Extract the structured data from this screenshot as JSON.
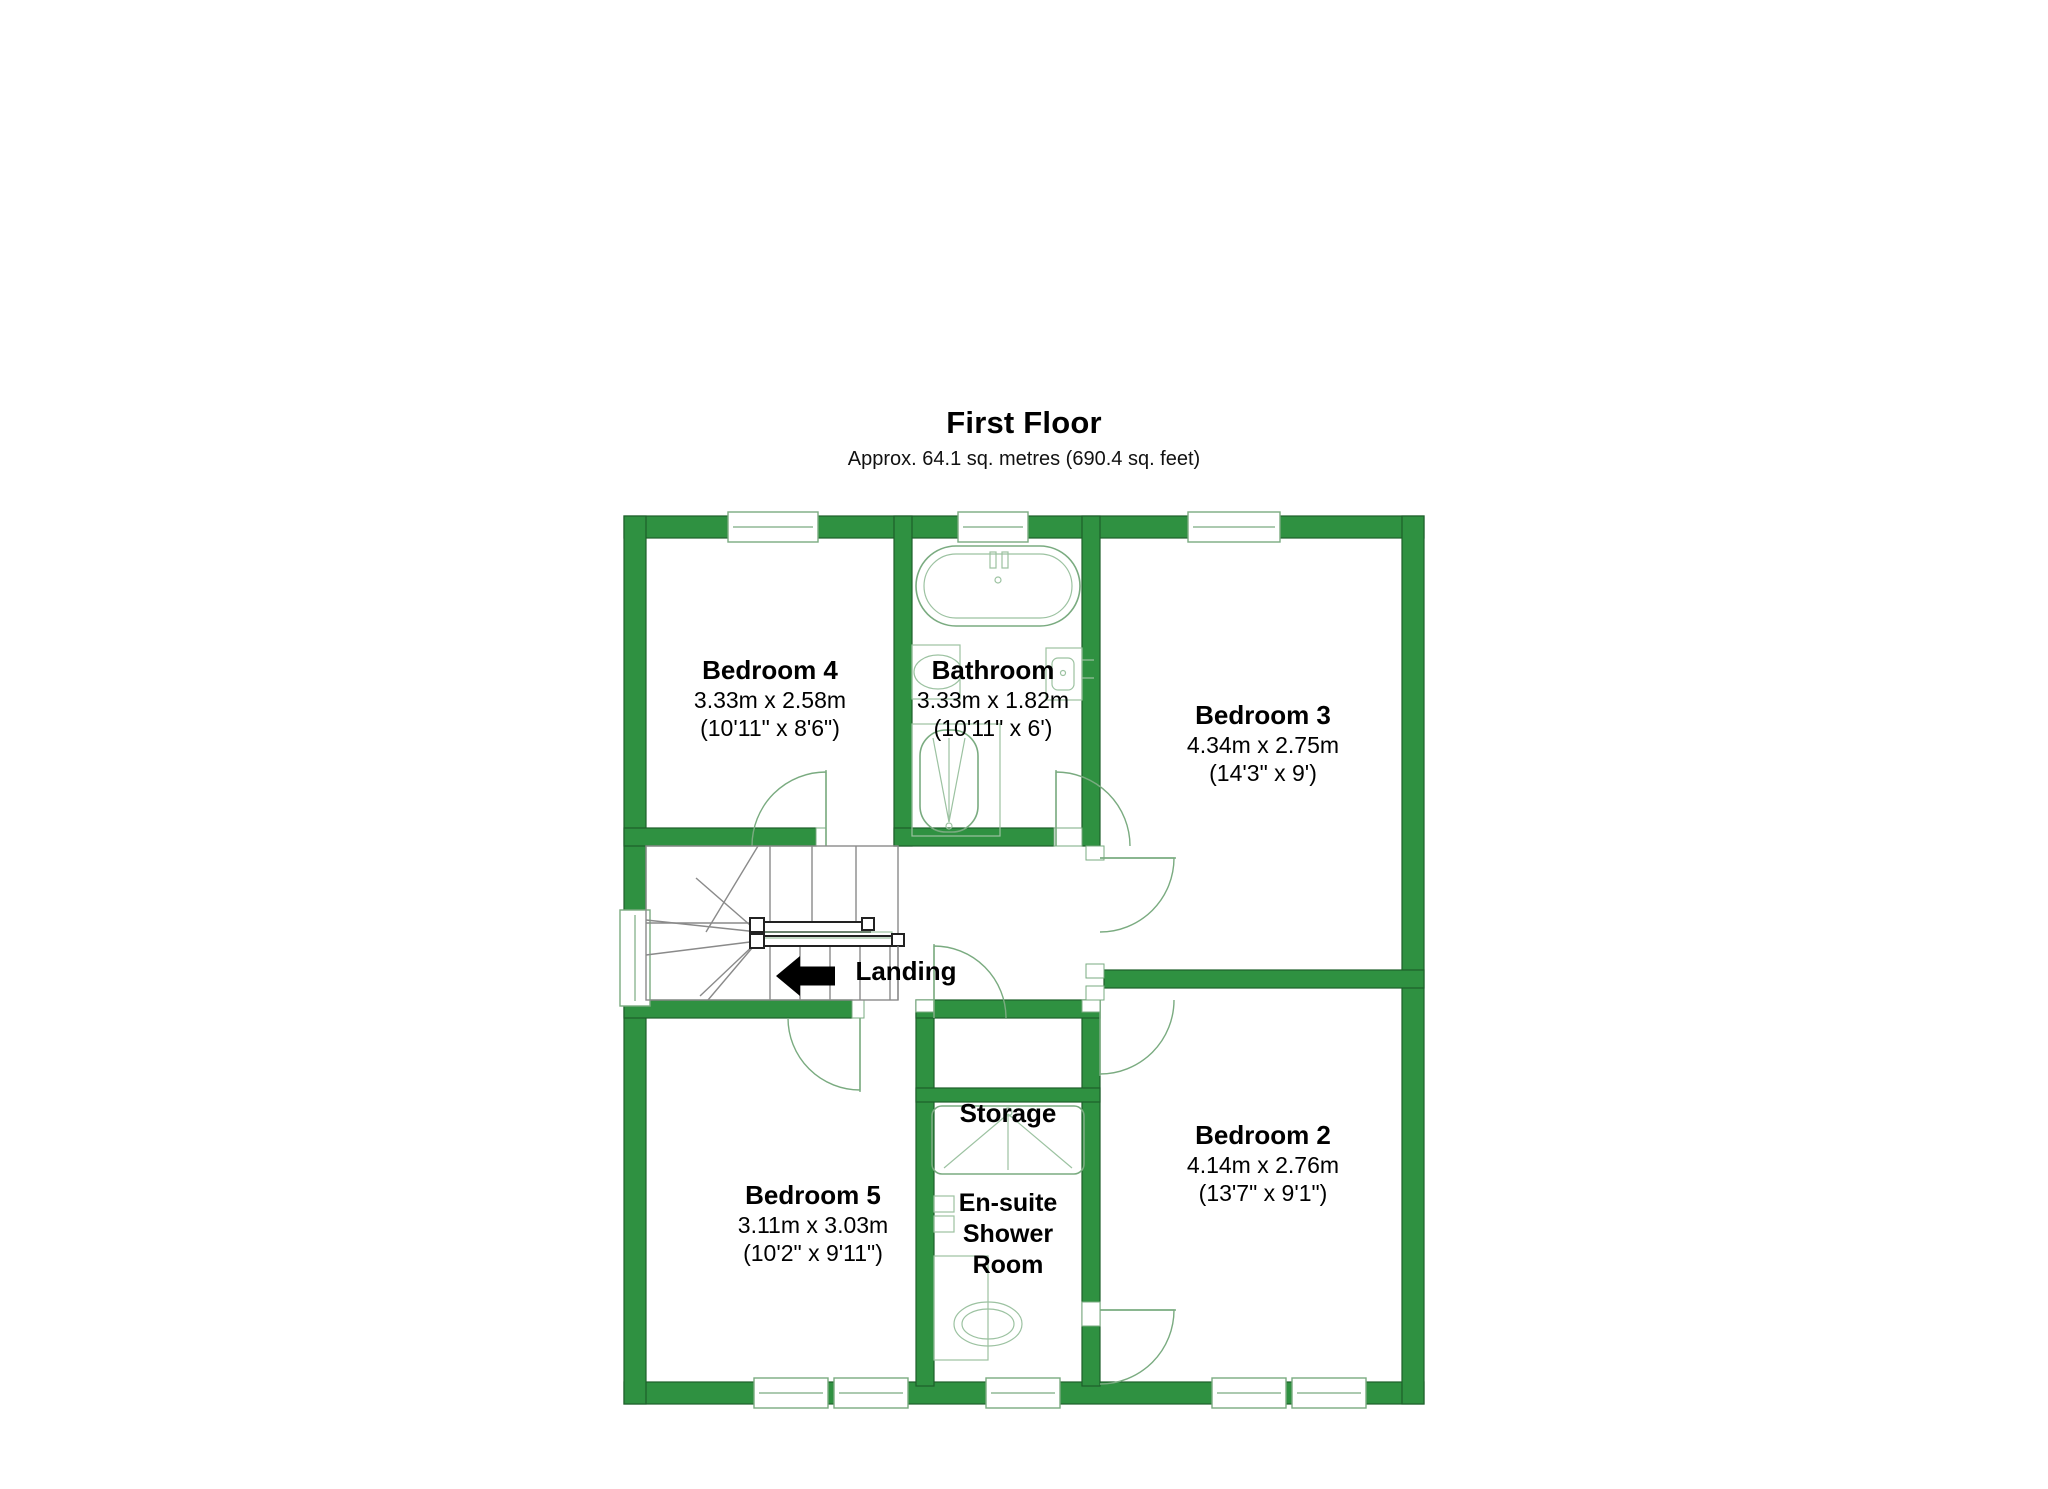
{
  "header": {
    "title": "First Floor",
    "subtitle": "Approx. 64.1 sq. metres (690.4 sq. feet)"
  },
  "theme": {
    "wall_color": "#2f9141",
    "wall_outline": "#1d5f2a",
    "fixture_color": "#7aab80",
    "text_color": "#000000",
    "background": "#ffffff",
    "arrow_color": "#000000"
  },
  "rooms": [
    {
      "id": "bedroom-4",
      "name": "Bedroom 4",
      "dim_metric": "3.33m x 2.58m",
      "dim_imperial": "(10'11\" x 8'6\")"
    },
    {
      "id": "bathroom",
      "name": "Bathroom",
      "dim_metric": "3.33m x 1.82m",
      "dim_imperial": "(10'11\" x 6')"
    },
    {
      "id": "bedroom-3",
      "name": "Bedroom 3",
      "dim_metric": "4.34m x 2.75m",
      "dim_imperial": "(14'3\" x 9')"
    },
    {
      "id": "landing",
      "name": "Landing",
      "dim_metric": "",
      "dim_imperial": ""
    },
    {
      "id": "storage",
      "name": "Storage",
      "dim_metric": "",
      "dim_imperial": ""
    },
    {
      "id": "bedroom-2",
      "name": "Bedroom 2",
      "dim_metric": "4.14m x 2.76m",
      "dim_imperial": "(13'7\" x 9'1\")"
    },
    {
      "id": "bedroom-5",
      "name": "Bedroom 5",
      "dim_metric": "3.11m x 3.03m",
      "dim_imperial": "(10'2\" x 9'11\")"
    },
    {
      "id": "en-suite-shower-room",
      "name_line1": "En-suite",
      "name_line2": "Shower",
      "name_line3": "Room",
      "name": "En-suite Shower Room",
      "dim_metric": "",
      "dim_imperial": ""
    }
  ],
  "fixtures": [
    {
      "id": "bath",
      "label": "bathtub",
      "room": "bathroom"
    },
    {
      "id": "basin-bathroom",
      "label": "wash-basin",
      "room": "bathroom"
    },
    {
      "id": "toilet-bathroom",
      "label": "toilet",
      "room": "bathroom"
    },
    {
      "id": "shower-tray-bathroom",
      "label": "shower-tray",
      "room": "bathroom"
    },
    {
      "id": "shower-ensuite",
      "label": "shower-cubicle",
      "room": "en-suite-shower-room"
    },
    {
      "id": "toilet-ensuite",
      "label": "toilet",
      "room": "en-suite-shower-room"
    },
    {
      "id": "basin-ensuite",
      "label": "wash-basin",
      "room": "en-suite-shower-room"
    },
    {
      "id": "staircase",
      "label": "winder-staircase",
      "room": "landing"
    }
  ],
  "annotations": {
    "stair_direction_arrow": "down-arrow-left"
  },
  "windows": [
    {
      "id": "window-bedroom4-top",
      "wall": "top"
    },
    {
      "id": "window-bathroom-top",
      "wall": "top"
    },
    {
      "id": "window-bedroom3-top",
      "wall": "top"
    },
    {
      "id": "window-landing-left",
      "wall": "left"
    },
    {
      "id": "window-bedroom5-bottom-1",
      "wall": "bottom"
    },
    {
      "id": "window-bedroom5-bottom-2",
      "wall": "bottom"
    },
    {
      "id": "window-ensuite-bottom",
      "wall": "bottom"
    },
    {
      "id": "window-bedroom2-bottom-1",
      "wall": "bottom"
    },
    {
      "id": "window-bedroom2-bottom-2",
      "wall": "bottom"
    }
  ],
  "doors": [
    {
      "id": "door-bedroom4",
      "room": "bedroom-4"
    },
    {
      "id": "door-bathroom",
      "room": "bathroom"
    },
    {
      "id": "door-bedroom3",
      "room": "bedroom-3"
    },
    {
      "id": "door-bedroom2",
      "room": "bedroom-2"
    },
    {
      "id": "door-bedroom5",
      "room": "bedroom-5"
    },
    {
      "id": "door-storage",
      "room": "storage"
    },
    {
      "id": "door-ensuite",
      "room": "en-suite-shower-room"
    }
  ]
}
